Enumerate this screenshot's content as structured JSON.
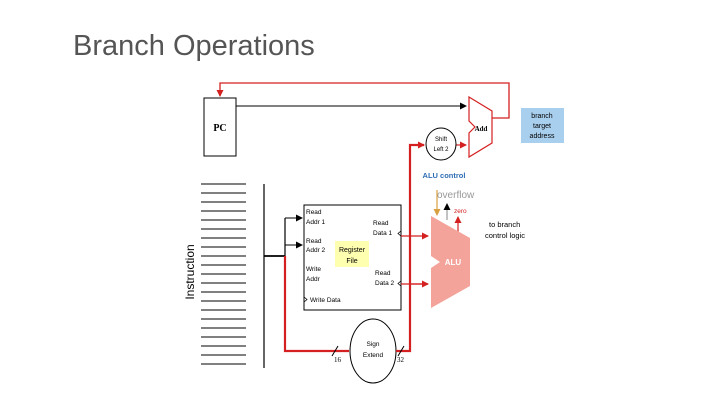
{
  "slide": {
    "title": "Branch Operations"
  },
  "diagram": {
    "pc_label": "PC",
    "add_label": "Add",
    "branch_target": [
      "branch",
      "target",
      "address"
    ],
    "shift_left": [
      "Shift",
      "Left 2"
    ],
    "alu_control": "ALU control",
    "overflow": "overflow",
    "zero": "zero",
    "to_branch": [
      "to branch",
      "control logic"
    ],
    "alu_label": "ALU",
    "instruction_label": "Instruction",
    "reg_file": {
      "title": [
        "Register",
        "File"
      ],
      "read_addr_1": [
        "Read",
        "Addr 1"
      ],
      "read_addr_2": [
        "Read",
        "Addr 2"
      ],
      "write_addr": [
        "Write",
        "Addr"
      ],
      "write_data": "Write Data",
      "read_data_1": [
        "Read",
        "Data 1"
      ],
      "read_data_2": [
        "Read",
        "Data 2"
      ]
    },
    "sign_extend": [
      "Sign",
      "Extend"
    ],
    "bits_in": "16",
    "bits_out": "32"
  },
  "colors": {
    "title": "#555555",
    "wire_red": "#d42020",
    "alu_fill": "#f4a39a",
    "branch_box": "#a9cfee",
    "regfile_label_bg": "#ffffb0",
    "alu_control_text": "#2e6db5",
    "overflow_color": "#d8a040",
    "zero_color": "#d42020"
  }
}
